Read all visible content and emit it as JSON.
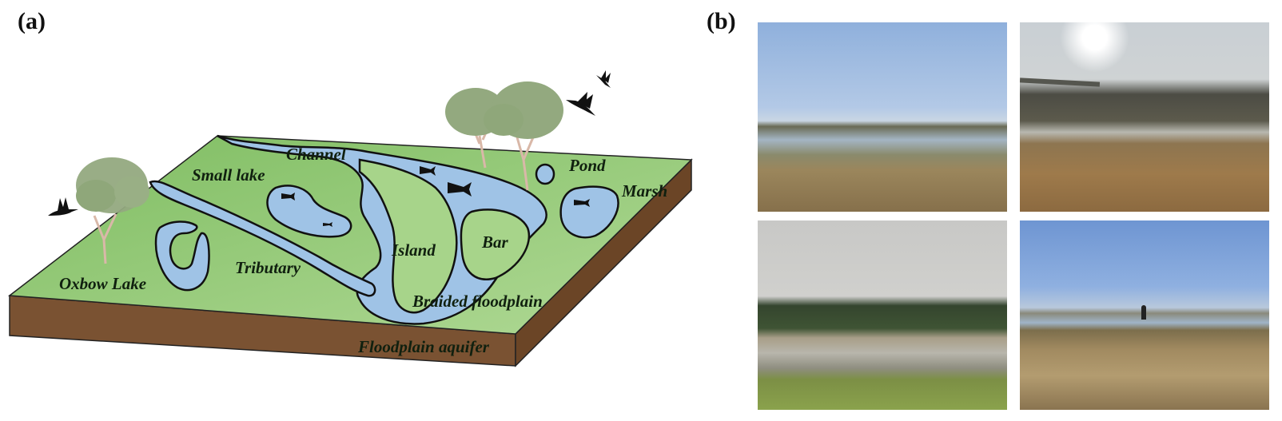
{
  "panels": {
    "a": {
      "label": "(a)",
      "title": "Floodplain block diagram",
      "landforms": {
        "channel": "Channel",
        "small_lake": "Small lake",
        "pond": "Pond",
        "marsh": "Marsh",
        "island": "Island",
        "bar": "Bar",
        "tributary": "Tributary",
        "oxbow_lake": "Oxbow Lake",
        "braided_floodplain": "Braided floodplain",
        "floodplain_aquifer": "Floodplain aquifer"
      },
      "colors": {
        "land": "#8dc470",
        "land_light": "#a7d48a",
        "water": "#9fc3e6",
        "soil": "#7a5232",
        "soil_side": "#6b4526",
        "tree": "#93a97f",
        "trunk": "#d9b8a8",
        "outline": "#111111"
      }
    },
    "b": {
      "label": "(b)",
      "photos": [
        {
          "description": "Wide floodplain with shallow lakes under clear blue sky, dry grass in foreground"
        },
        {
          "description": "Hazy sun over a bridge and channel, dry reddish-brown grass in foreground"
        },
        {
          "description": "Tree line behind exposed sandbars and shallow water, green grass in foreground"
        },
        {
          "description": "Blue sky over river with a person standing on a grassy marsh bank"
        }
      ]
    }
  }
}
